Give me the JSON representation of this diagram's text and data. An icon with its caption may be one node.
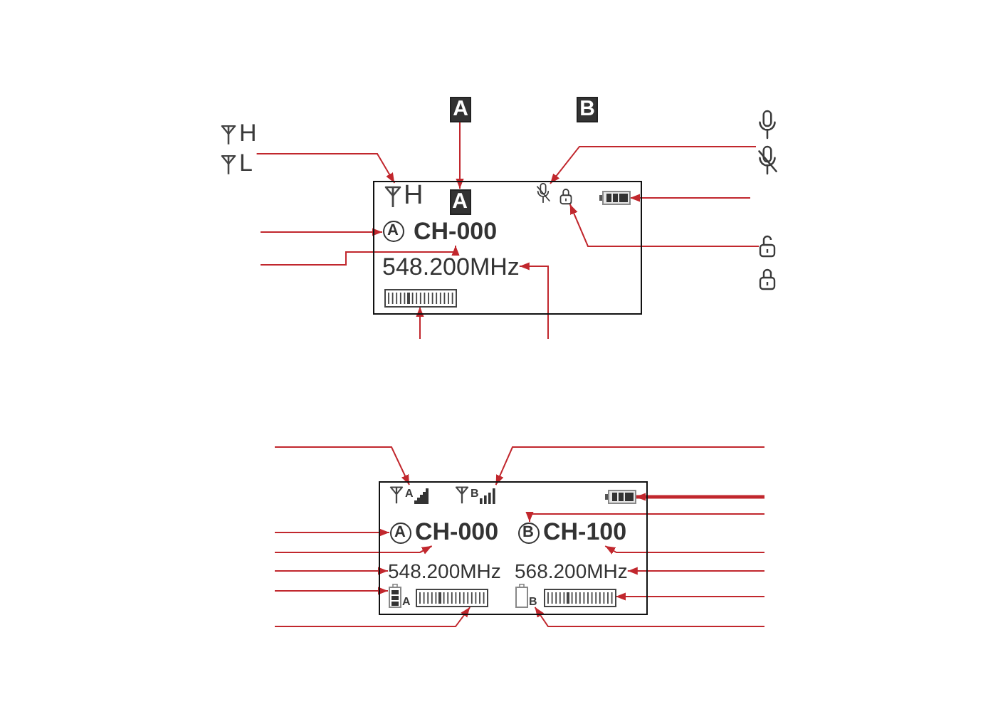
{
  "diagram": {
    "nodes": [
      {
        "text": [
          "H",
          "L"
        ]
      },
      {
        "text": [
          "A",
          "B"
        ]
      },
      {
        "text": [],
        "shape": "microphone"
      },
      {
        "text": [],
        "shape": "box"
      },
      {
        "text": [
          "H"
        ],
        "in": 3
      },
      {
        "text": [
          "A"
        ],
        "in": 3
      },
      {
        "text": [],
        "shape": "microphone",
        "in": 3
      },
      {
        "text": [],
        "shape": "lock",
        "in": 3
      },
      {
        "text": [],
        "shape": "battery",
        "in": 3
      },
      {
        "text": [
          "A"
        ],
        "in": 3
      },
      {
        "text": [
          "CH-000"
        ],
        "in": 3
      },
      {
        "text": [
          "548.200MHz"
        ],
        "in": 3
      },
      {
        "text": [],
        "shape": "bar",
        "in": 3
      },
      {
        "text": [],
        "shape": "lock"
      },
      {
        "text": [],
        "shape": "box"
      },
      {
        "text": [
          "A"
        ],
        "in": 14
      },
      {
        "text": [
          "B"
        ],
        "in": 14
      },
      {
        "text": [],
        "shape": "battery",
        "in": 14
      },
      {
        "text": [
          "A"
        ],
        "in": 14
      },
      {
        "text": [
          "CH-000"
        ],
        "in": 14
      },
      {
        "text": [
          "B"
        ],
        "in": 14
      },
      {
        "text": [
          "CH-100"
        ],
        "in": 14
      },
      {
        "text": [
          "548.200MHz"
        ],
        "in": 14
      },
      {
        "text": [
          "568.200MHz"
        ],
        "in": 14
      },
      {
        "text": [
          "A"
        ],
        "in": 14
      },
      {
        "text": [],
        "shape": "bar",
        "in": 14
      },
      {
        "text": [
          "B"
        ],
        "in": 14
      },
      {
        "text": [],
        "shape": "bar",
        "in": 14
      }
    ],
    "edges": [
      {
        "from": 0,
        "to": 4,
        "arrow": "to"
      },
      {
        "from": 1,
        "to": 5,
        "arrow": "to"
      },
      {
        "from": 2,
        "to": 6,
        "arrow": "to"
      },
      {
        "from": null,
        "to": 8,
        "arrow": "to"
      },
      {
        "from": 13,
        "to": 7,
        "arrow": "to"
      },
      {
        "from": null,
        "to": 9,
        "arrow": "to"
      },
      {
        "from": null,
        "to": 10,
        "arrow": "to"
      },
      {
        "from": null,
        "to": 12,
        "arrow": "to"
      },
      {
        "from": null,
        "to": 11,
        "arrow": "to"
      },
      {
        "from": null,
        "to": 15,
        "arrow": "to"
      },
      {
        "from": null,
        "to": 18,
        "arrow": "to"
      },
      {
        "from": null,
        "to": 19,
        "arrow": "to"
      },
      {
        "from": null,
        "to": 22,
        "arrow": "to"
      },
      {
        "from": null,
        "to": 24,
        "arrow": "to"
      },
      {
        "from": null,
        "to": 25,
        "arrow": "to"
      },
      {
        "from": null,
        "to": 16,
        "arrow": "to"
      },
      {
        "from": null,
        "to": 17,
        "arrow": "to",
        "style": "thick"
      },
      {
        "from": null,
        "to": 20,
        "arrow": "to"
      },
      {
        "from": null,
        "to": 21,
        "arrow": "to"
      },
      {
        "from": null,
        "to": 23,
        "arrow": "to"
      },
      {
        "from": null,
        "to": 27,
        "arrow": "to"
      },
      {
        "from": null,
        "to": 26,
        "arrow": "to"
      }
    ]
  }
}
